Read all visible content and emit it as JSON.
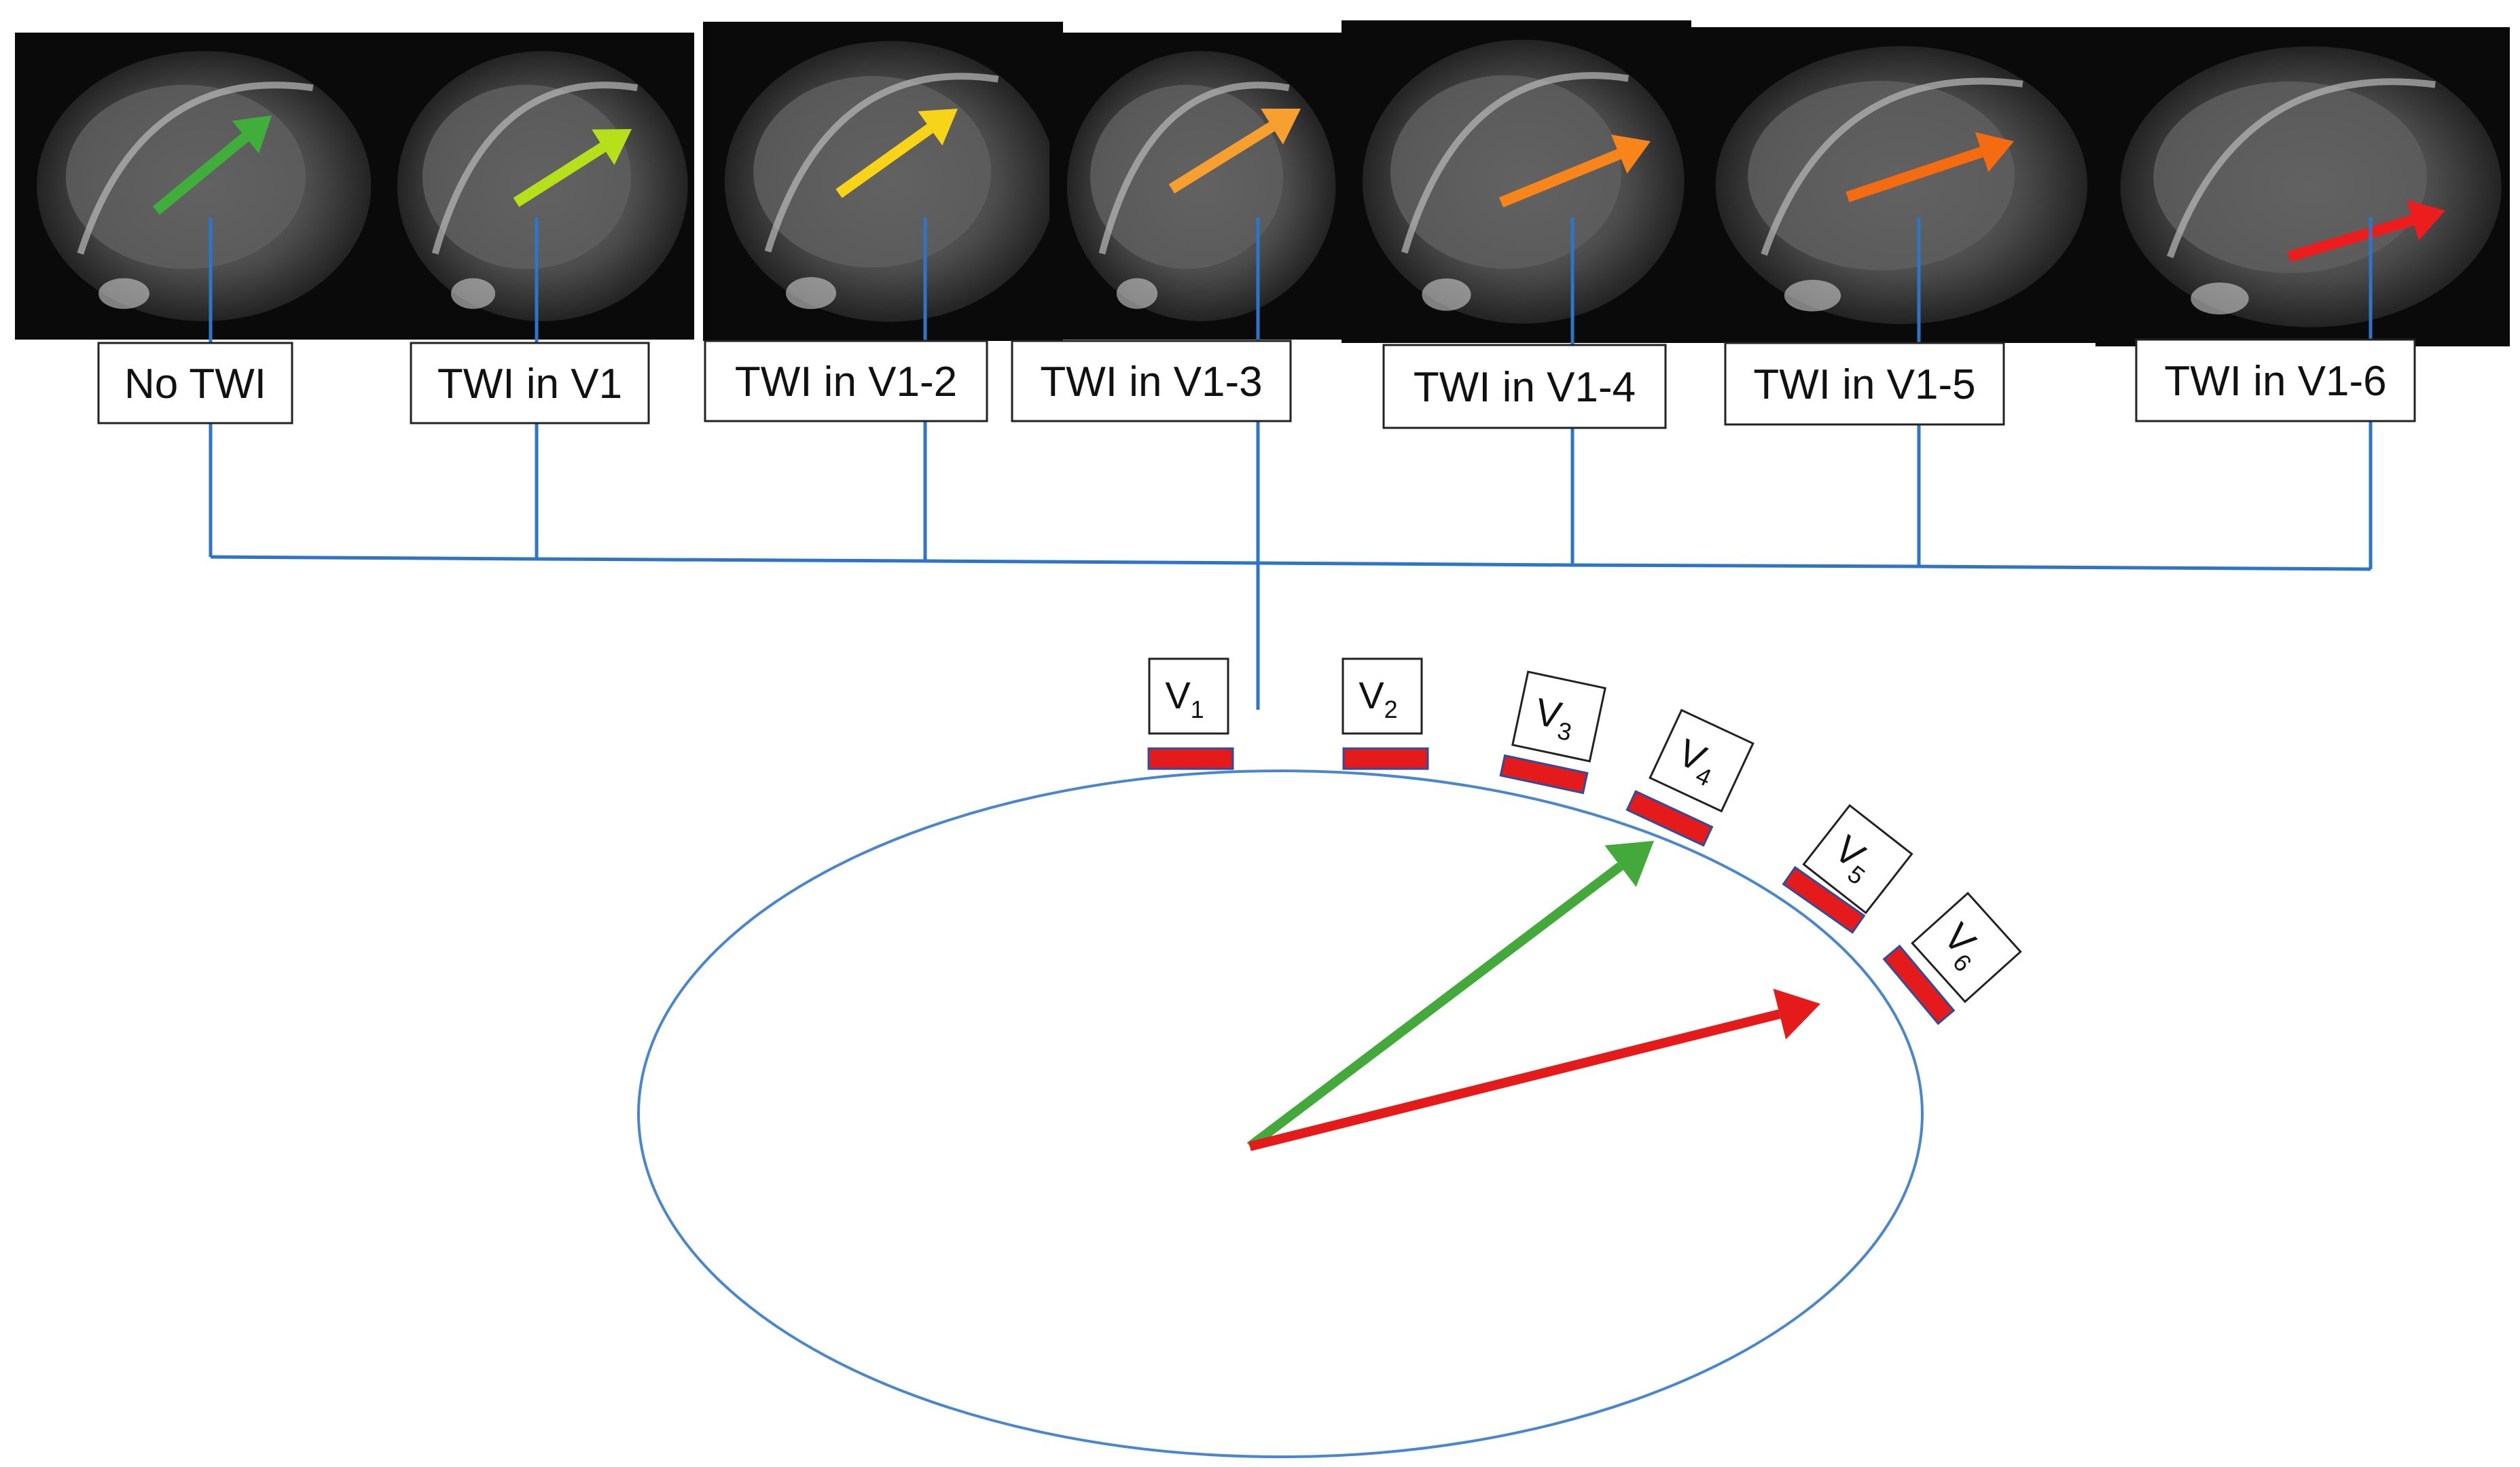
{
  "panels": [
    {
      "label": "No TWI",
      "arrow_color": "#3fae3a"
    },
    {
      "label": "TWI in V1",
      "arrow_color": "#b5e01a"
    },
    {
      "label": "TWI in V1-2",
      "arrow_color": "#f7d417"
    },
    {
      "label": "TWI in V1-3",
      "arrow_color": "#f7a030"
    },
    {
      "label": "TWI in V1-4",
      "arrow_color": "#f7851a"
    },
    {
      "label": "TWI in V1-5",
      "arrow_color": "#f46b10"
    },
    {
      "label": "TWI in V1-6",
      "arrow_color": "#ee1d1d"
    }
  ],
  "leads": [
    {
      "base": "V",
      "sub": "1"
    },
    {
      "base": "V",
      "sub": "2"
    },
    {
      "base": "V",
      "sub": "3"
    },
    {
      "base": "V",
      "sub": "4"
    },
    {
      "base": "V",
      "sub": "5"
    },
    {
      "base": "V",
      "sub": "6"
    }
  ],
  "colors": {
    "connector": "#2e75c8",
    "ellipse": "#4a86d0",
    "electrode": "#e51b1b",
    "vector_normal": "#43a93a",
    "vector_rotated": "#e51b1b"
  }
}
